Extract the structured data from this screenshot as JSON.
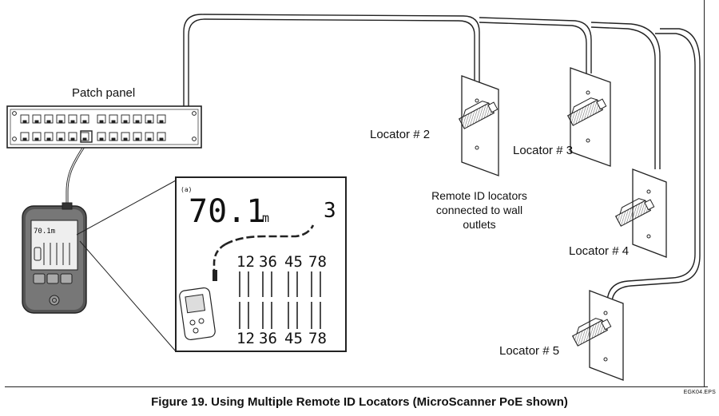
{
  "labels": {
    "patch_panel": "Patch panel",
    "locator_2": "Locator # 2",
    "locator_3": "Locator # 3",
    "locator_4": "Locator # 4",
    "locator_5": "Locator # 5",
    "remote_line1": "Remote ID locators",
    "remote_line2": "connected to wall",
    "remote_line3": "outlets"
  },
  "display": {
    "corner_mark": "(a)",
    "distance": "70.1",
    "unit": "m",
    "locator_id": "3",
    "pairs_top": [
      "12",
      "36",
      "45",
      "78"
    ],
    "pairs_bottom": [
      "12",
      "36",
      "45",
      "78"
    ]
  },
  "caption": "Figure 19. Using Multiple Remote ID Locators (MicroScanner PoE shown)",
  "file_tag": "EGK04.EPS"
}
